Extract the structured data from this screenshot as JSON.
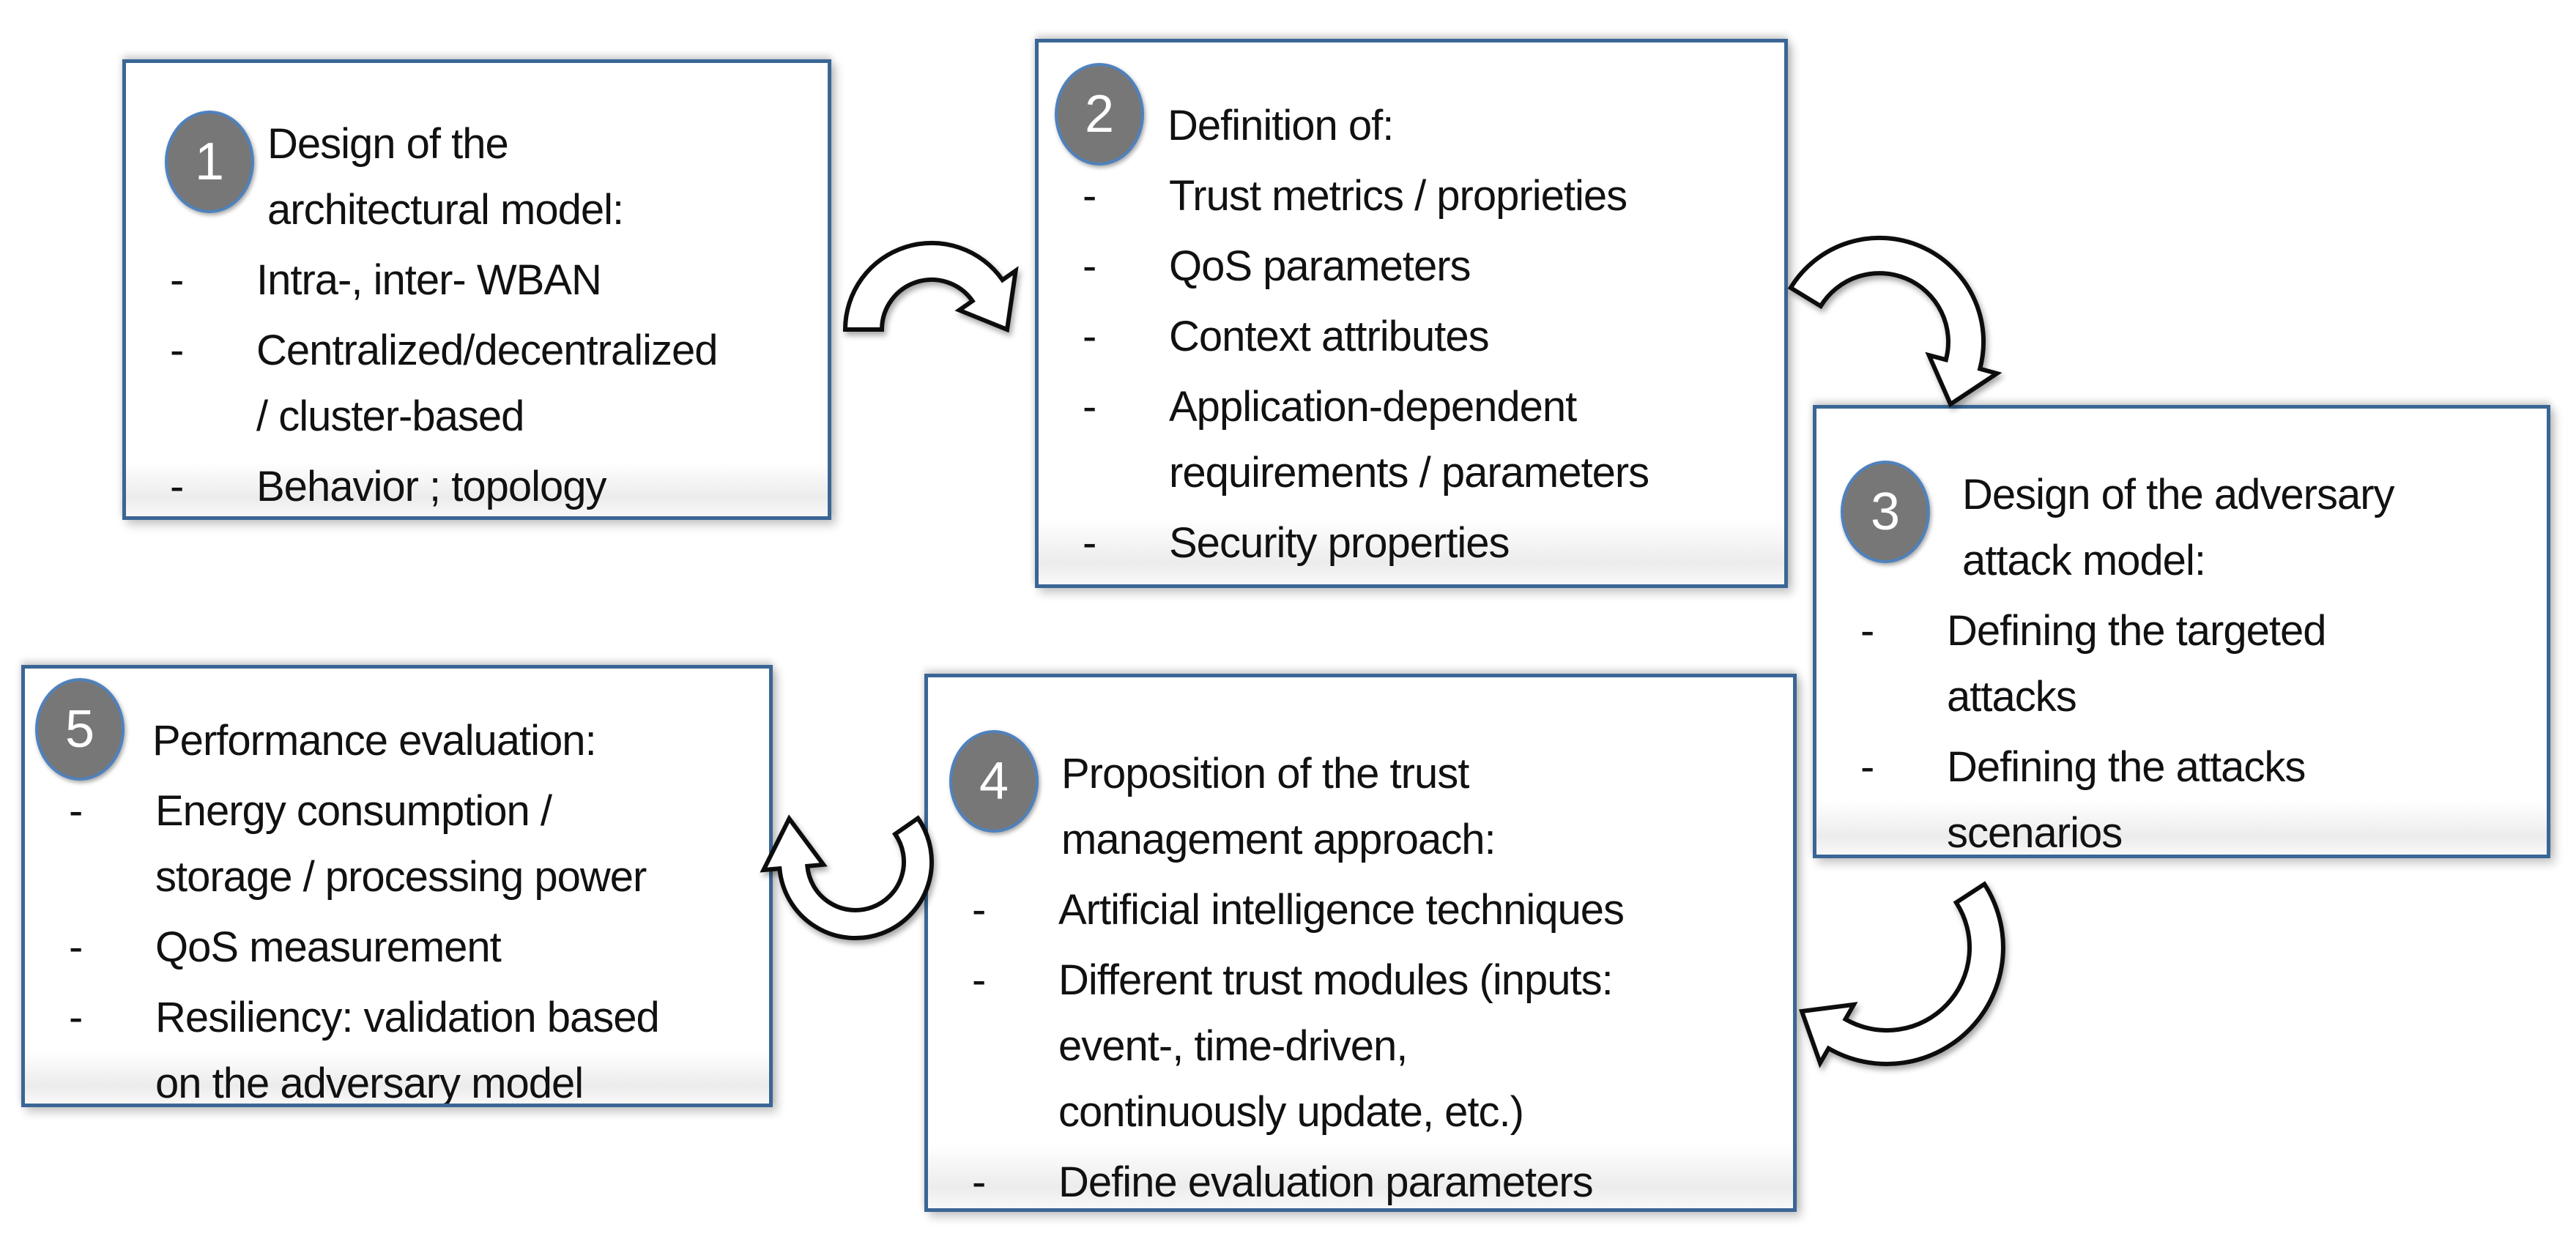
{
  "bullet_marker": "-",
  "colors": {
    "background": "#ffffff",
    "box_border": "#3a6695",
    "circle_fill": "#777777",
    "circle_border": "#4f81bd",
    "circle_number_text": "#ffffff",
    "body_text": "#111111",
    "arrow_outline": "#0d0d0d",
    "arrow_fill": "#ffffff"
  },
  "boxes": [
    {
      "number": "1",
      "title": "Design of the\narchitectural model:",
      "bullets": [
        "Intra-, inter- WBAN",
        "Centralized/decentralized\n/ cluster-based",
        "Behavior ; topology"
      ]
    },
    {
      "number": "2",
      "title": "Definition of:",
      "bullets": [
        "Trust metrics / proprieties",
        "QoS parameters",
        "Context attributes",
        "Application-dependent\nrequirements / parameters",
        "Security properties"
      ]
    },
    {
      "number": "3",
      "title": "Design of the adversary\nattack model:",
      "bullets": [
        "Defining the targeted\nattacks",
        "Defining the attacks\nscenarios"
      ]
    },
    {
      "number": "4",
      "title": "Proposition of the trust\nmanagement approach:",
      "bullets": [
        "Artificial intelligence techniques",
        "Different trust modules (inputs:\nevent-, time-driven,\ncontinuously update, etc.)",
        "Define evaluation parameters"
      ]
    },
    {
      "number": "5",
      "title": "Performance evaluation:",
      "bullets": [
        "Energy consumption /\nstorage / processing power",
        "QoS measurement",
        "Resiliency: validation based\non the adversary model"
      ]
    }
  ]
}
